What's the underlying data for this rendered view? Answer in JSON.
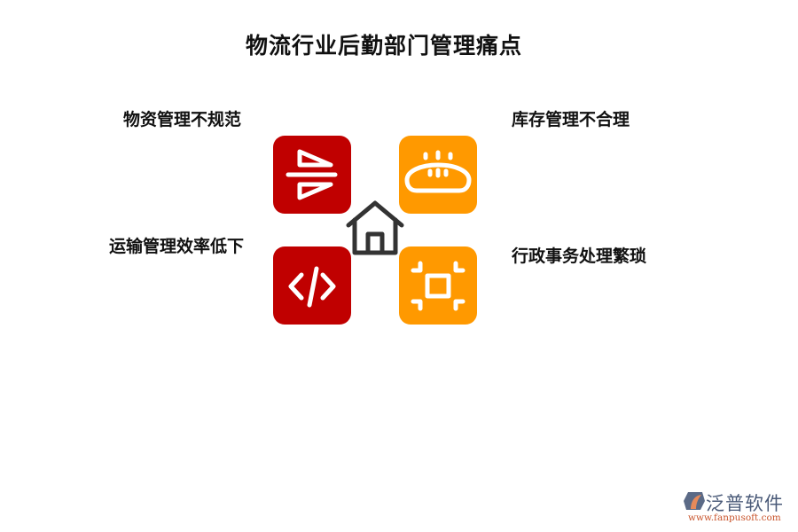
{
  "title": "物流行业后勤部门管理痛点",
  "items": [
    {
      "label": "物资管理不规范",
      "icon": "flip-horizontal-icon",
      "color": "#c00000"
    },
    {
      "label": "库存管理不合理",
      "icon": "bread-icon",
      "color": "#ff9900"
    },
    {
      "label": "运输管理效率低下",
      "icon": "code-icon",
      "color": "#c00000"
    },
    {
      "label": "行政事务处理繁琐",
      "icon": "crop-frame-icon",
      "color": "#ff9900"
    }
  ],
  "center_icon": "home-icon",
  "watermark": {
    "brand": "泛普软件",
    "url": "www.fanpusoft.com"
  }
}
